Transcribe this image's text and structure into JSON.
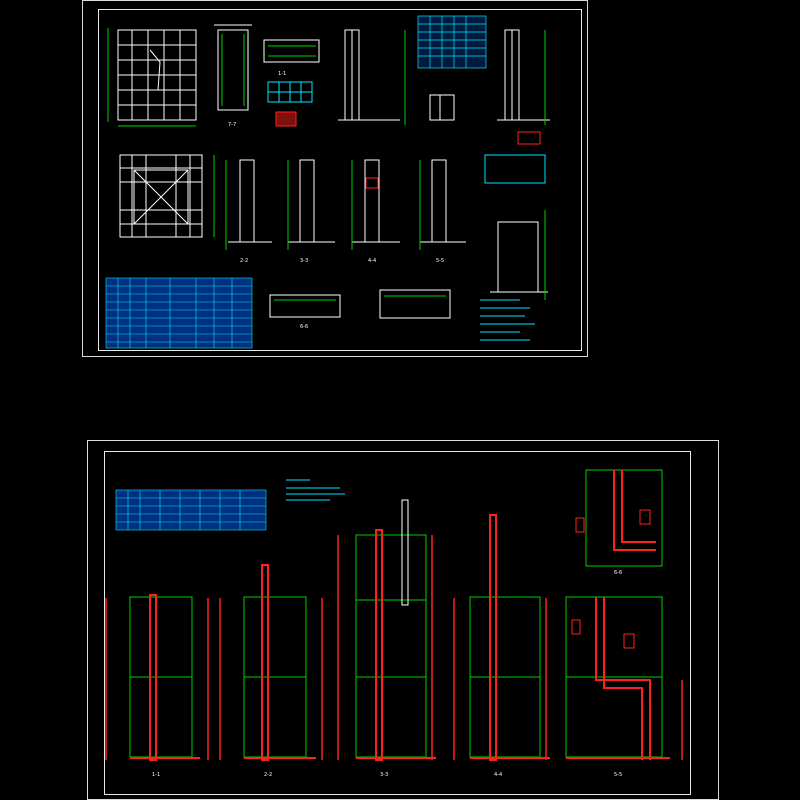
{
  "sheets": [
    {
      "id": "sheet-1",
      "section_labels": [
        "1-1",
        "2-2",
        "3-3",
        "4-4",
        "5-5",
        "6-6",
        "7-7"
      ]
    },
    {
      "id": "sheet-2",
      "section_labels": [
        "1-1",
        "2-2",
        "3-3",
        "4-4",
        "5-5",
        "6-6"
      ]
    }
  ],
  "colors": {
    "background": "#000000",
    "frame": "#e0e0e0",
    "outline": "#ffffff",
    "rebar_red": "#ff2020",
    "dimension_green": "#00d000",
    "annotation_cyan": "#00e5ff",
    "table_fill": "#0050ff"
  }
}
